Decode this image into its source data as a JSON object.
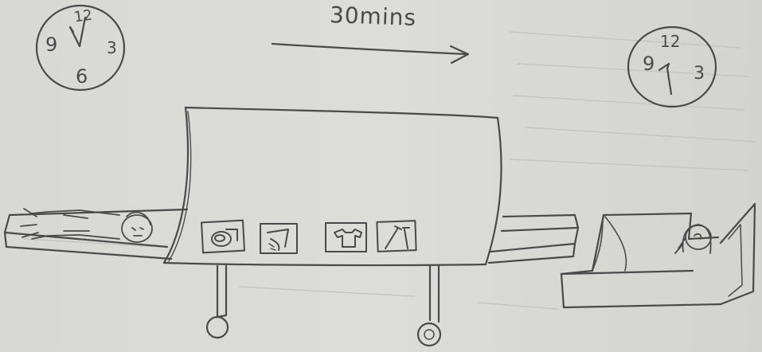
{
  "sketch": {
    "duration_label": "30mins",
    "start_clock": {
      "numerals": {
        "twelve": "12",
        "three": "3",
        "six": "6",
        "nine": "9"
      }
    },
    "end_clock": {
      "numerals": {
        "twelve": "12",
        "three": "3",
        "nine": "9"
      }
    },
    "machine_icons": [
      "toilet-icon",
      "soap-icon",
      "shirt-icon",
      "tools-icon"
    ],
    "colors": {
      "ink": "#4a4a4a",
      "paper": "#d8d8d4"
    }
  }
}
